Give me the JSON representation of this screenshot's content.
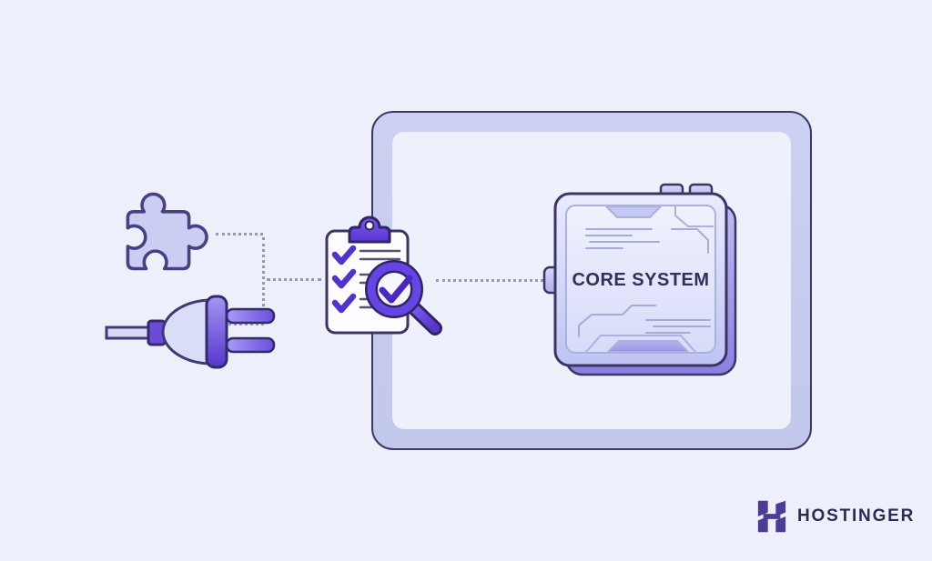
{
  "illustration": {
    "core_system_label": "CORE SYSTEM",
    "icons": {
      "puzzle": "puzzle-piece-icon",
      "plug": "power-plug-icon",
      "clipboard": "checklist-clipboard-icon",
      "magnifier": "magnifier-check-icon",
      "chip": "core-system-chip-icon"
    },
    "connectors": {
      "style": "dotted",
      "color": "#9898ae",
      "flow": "puzzle and plug merge into checklist inspection, then into core system chip"
    }
  },
  "colors": {
    "background": "#edeffa",
    "frame_band": "#c6cbee",
    "dark_outline": "#3c3866",
    "light_fill": "#c9cef2",
    "purple_accent": "#6644e6",
    "deep_purple": "#4f2cc4",
    "chip_text": "#323059",
    "brand_text": "#2e2a57",
    "brand_mark": "#4c3c94"
  },
  "branding": {
    "logo_text": "HOSTINGER",
    "logo_icon": "hostinger-h-icon"
  }
}
